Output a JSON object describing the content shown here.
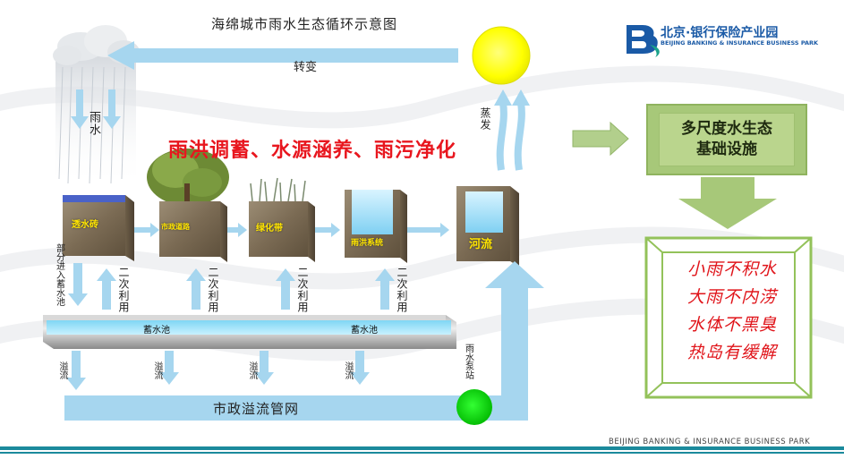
{
  "title": "海绵城市雨水生态循环示意图",
  "transform_label": "转变",
  "rain_label": "雨水",
  "evaporation_label": "蒸发",
  "headline": "雨洪调蓄、水源涵养、雨污净化",
  "boxes": [
    {
      "label": "透水砖"
    },
    {
      "label": "市政道路"
    },
    {
      "label": "绿化带"
    },
    {
      "label": "雨洪系统"
    },
    {
      "label": "河流"
    }
  ],
  "partial_to_tank": "部分进入蓄水池",
  "reuse_label": "二次利用",
  "tank_labels": [
    "蓄水池",
    "蓄水池"
  ],
  "overflow_label": "溢流",
  "pump_station": "雨水泵站",
  "network_label": "市政溢流管网",
  "right_box_text": [
    "多尺度水生态",
    "基础设施"
  ],
  "outcomes": [
    "小雨不积水",
    "大雨不内涝",
    "水体不黑臭",
    "热岛有缓解"
  ],
  "logo": {
    "name": "北京·银行保险产业园",
    "subtitle": "BEIJING BANKING & INSURANCE BUSINESS PARK"
  },
  "footer_text": "BEIJING BANKING & INSURANCE BUSINESS PARK",
  "colors": {
    "arrow_blue": "#a6d6ef",
    "headline_red": "#e8161e",
    "sun_yellow": "#ffff00",
    "pump_green": "#00cc00",
    "right_green": "#a7c879",
    "logo_blue": "#1a5aa6",
    "footer_teal": "#1b8a9c"
  }
}
